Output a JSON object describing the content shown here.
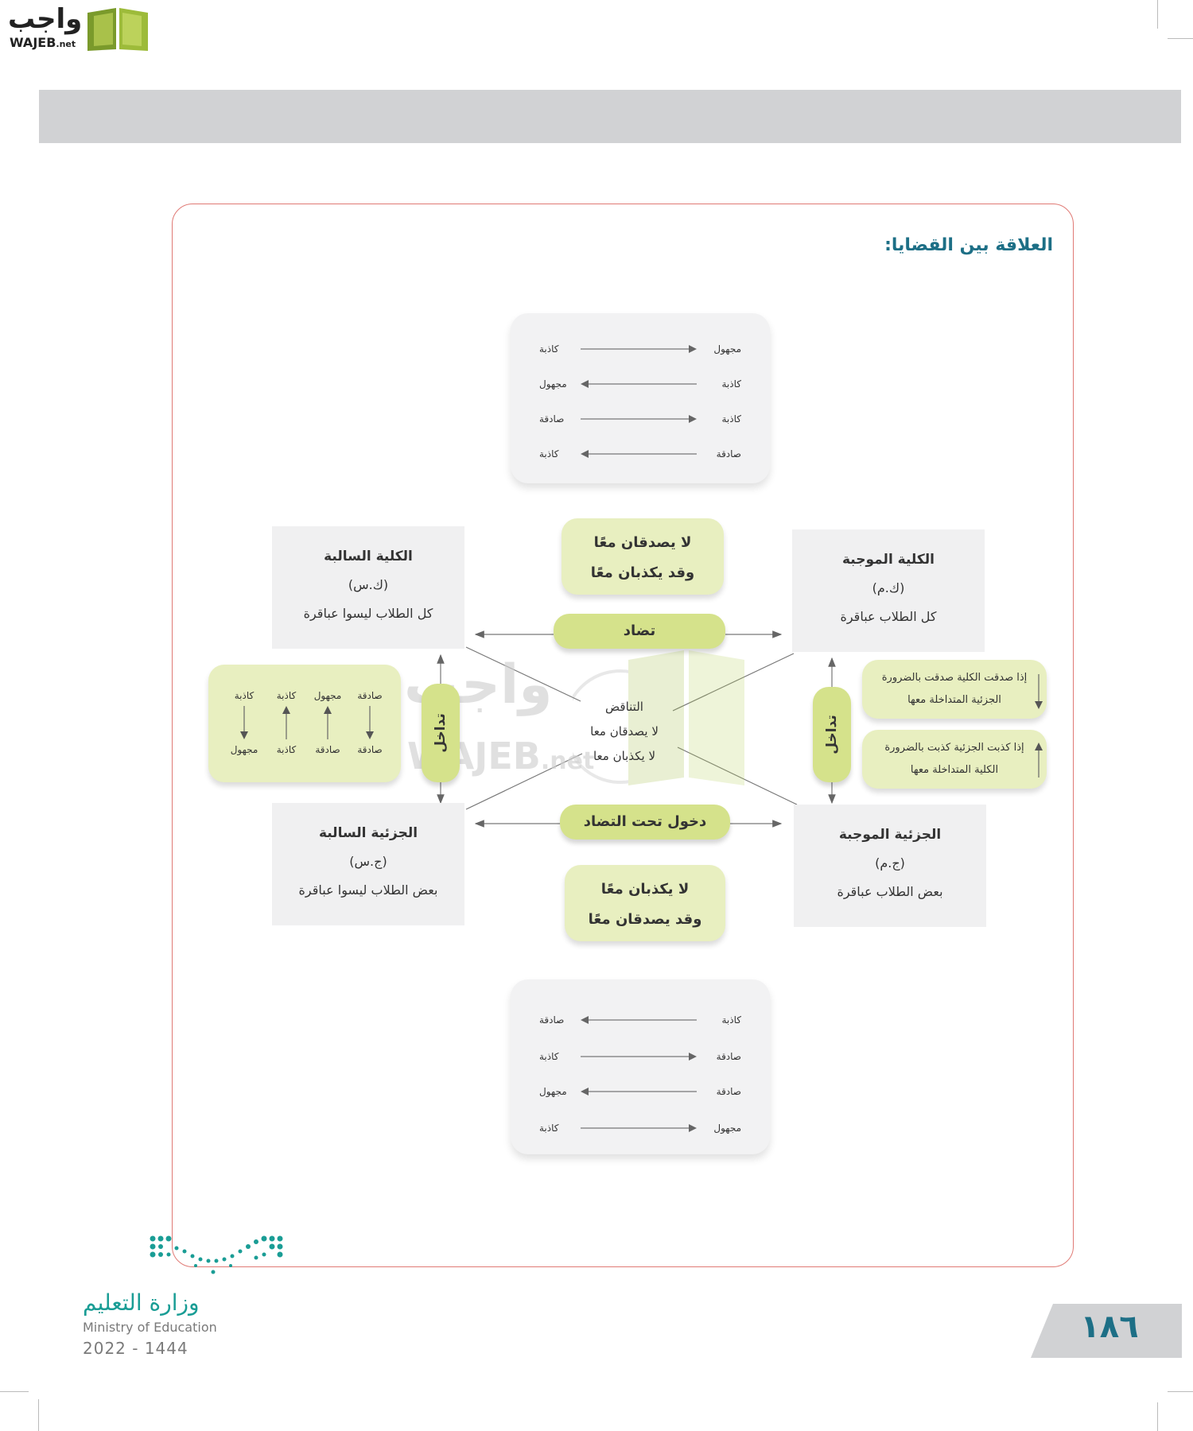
{
  "logo": {
    "arabic": "واجب",
    "latin": "WAJEB",
    "suffix": ".net"
  },
  "heading": "العلاقة بين القضايا:",
  "top_panel": {
    "rows": [
      {
        "right": "مجهول",
        "left": "كاذبة",
        "dir": "right"
      },
      {
        "right": "كاذبة",
        "left": "مجهول",
        "dir": "left"
      },
      {
        "right": "كاذبة",
        "left": "صادقة",
        "dir": "right"
      },
      {
        "right": "صادقة",
        "left": "كاذبة",
        "dir": "left"
      }
    ]
  },
  "bottom_panel": {
    "rows": [
      {
        "right": "كاذبة",
        "left": "صادقة",
        "dir": "left"
      },
      {
        "right": "صادقة",
        "left": "كاذبة",
        "dir": "right"
      },
      {
        "right": "صادقة",
        "left": "مجهول",
        "dir": "left"
      },
      {
        "right": "مجهول",
        "left": "كاذبة",
        "dir": "right"
      }
    ]
  },
  "boxes": {
    "universal_affirmative": {
      "title": "الكلية الموجبة",
      "code": "(ك.م)",
      "example": "كل الطلاب عباقرة"
    },
    "universal_negative": {
      "title": "الكلية السالبة",
      "code": "(ك.س)",
      "example": "كل الطلاب ليسوا عباقرة"
    },
    "particular_affirmative": {
      "title": "الجزئية الموجبة",
      "code": "(ج.م)",
      "example": "بعض الطلاب عباقرة"
    },
    "particular_negative": {
      "title": "الجزئية السالبة",
      "code": "(ج.س)",
      "example": "بعض الطلاب ليسوا عباقرة"
    }
  },
  "contrary": {
    "line1": "لا يصدقان معًا",
    "line2": "وقد يكذبان معًا",
    "label": "تضاد"
  },
  "subcontrary": {
    "label": "دخول تحت التضاد",
    "line1": "لا يكذبان معًا",
    "line2": "وقد يصدقان معًا"
  },
  "contradiction": {
    "title": "التناقض",
    "line1": "لا يصدقان معا",
    "line2": "لا يكذبان معا"
  },
  "subalternation_right": {
    "label": "تداخل",
    "cond1": {
      "line1": "إذا صدقت الكلية صدقت بالضرورة",
      "line2": "الجزئية المتداخلة معها"
    },
    "cond2": {
      "line1": "إذا كذبت الجزئية كذبت بالضرورة",
      "line2": "الكلية المتداخلة معها"
    }
  },
  "subalternation_left": {
    "label": "تداخل",
    "columns": [
      {
        "top": "صادقة",
        "bottom": "صادقة",
        "dir": "down"
      },
      {
        "top": "مجهول",
        "bottom": "صادقة",
        "dir": "up"
      },
      {
        "top": "كاذبة",
        "bottom": "كاذبة",
        "dir": "up"
      },
      {
        "top": "كاذبة",
        "bottom": "مجهول",
        "dir": "down"
      }
    ]
  },
  "ministry": {
    "arabic": "وزارة التعليم",
    "english": "Ministry of Education",
    "year": "2022 - 1444"
  },
  "page_number": "١٨٦",
  "colors": {
    "teal": "#1d6f86",
    "frame": "#e07a75",
    "pill": "#d5e28b",
    "pill_light": "#e8efc0",
    "ministry": "#1a9d95"
  }
}
